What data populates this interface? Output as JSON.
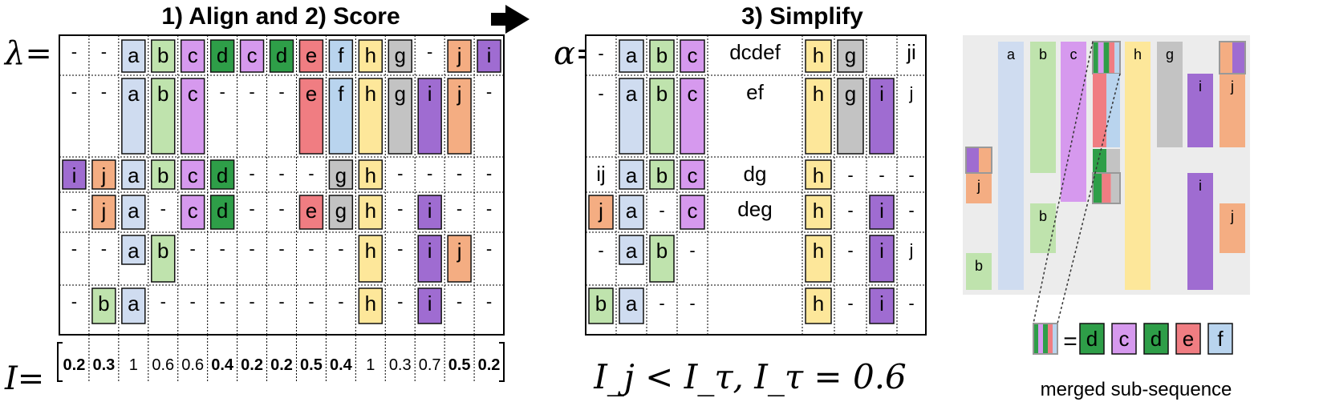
{
  "colors": {
    "a": "#cfdcf0",
    "b": "#bfe3ad",
    "c": "#d699ee",
    "d": "#2e9e48",
    "e": "#f07d82",
    "f": "#b9d4ee",
    "g": "#c3c3c3",
    "h": "#fde79a",
    "i": "#9f6cd1",
    "j": "#f4ad82"
  },
  "titles": {
    "align_score": "1) Align and 2) Score",
    "simplify": "3) Simplify"
  },
  "lambda_label": "λ=",
  "alpha_label": "α=",
  "importance_label": "I=",
  "importance_values": [
    "0.2",
    "0.3",
    "1",
    "0.6",
    "0.6",
    "0.4",
    "0.2",
    "0.2",
    "0.5",
    "0.4",
    "1",
    "0.3",
    "0.7",
    "0.5",
    "0.2"
  ],
  "importance_bold": [
    true,
    true,
    false,
    false,
    false,
    true,
    true,
    true,
    true,
    true,
    false,
    false,
    false,
    true,
    true
  ],
  "threshold_caption": "I_j < I_τ, I_τ = 0.6",
  "legend_caption": "merged sub-sequence",
  "legend_equals": "=",
  "merged_letters": [
    "d",
    "c",
    "d",
    "e",
    "f"
  ],
  "left_rows": [
    [
      "-",
      "-",
      "a",
      "b",
      "c",
      "d",
      "c",
      "d",
      "e",
      "f",
      "h",
      "g",
      "-",
      "j",
      "i"
    ],
    [
      "-",
      "-",
      "a",
      "b",
      "c",
      "-",
      "-",
      "-",
      "e",
      "f",
      "h",
      "g",
      "i",
      "j",
      "-"
    ],
    [
      "i",
      "j",
      "a",
      "b",
      "c",
      "d",
      "-",
      "-",
      "-",
      "g",
      "h",
      "-",
      "-",
      "-",
      "-"
    ],
    [
      "-",
      "j",
      "a",
      "-",
      "c",
      "d",
      "-",
      "-",
      "e",
      "g",
      "h",
      "-",
      "i",
      "-",
      "-"
    ],
    [
      "-",
      "-",
      "a",
      "b",
      "-",
      "-",
      "-",
      "-",
      "-",
      "-",
      "h",
      "-",
      "i",
      "j",
      "-"
    ],
    [
      "-",
      "b",
      "a",
      "-",
      "-",
      "-",
      "-",
      "-",
      "-",
      "-",
      "h",
      "-",
      "i",
      "-",
      "-"
    ]
  ],
  "right_rows": [
    [
      "-",
      "a",
      "b",
      "c",
      "dcdef",
      "h",
      "g",
      "",
      "ji"
    ],
    [
      "-",
      "a",
      "b",
      "c",
      "ef",
      "h",
      "g",
      "i",
      "j"
    ],
    [
      "ij",
      "a",
      "b",
      "c",
      "dg",
      "h",
      "-",
      "-",
      "-"
    ],
    [
      "j",
      "a",
      "-",
      "c",
      "deg",
      "h",
      "-",
      "i",
      "-"
    ],
    [
      "-",
      "a",
      "b",
      "-",
      "",
      "h",
      "-",
      "i",
      "j"
    ],
    [
      "b",
      "a",
      "-",
      "-",
      "",
      "h",
      "-",
      "i",
      "-"
    ]
  ],
  "far_right_labels": [
    "a",
    "b",
    "c",
    "h",
    "g",
    "i",
    "j",
    "i",
    "j",
    "b",
    "b",
    "j"
  ]
}
